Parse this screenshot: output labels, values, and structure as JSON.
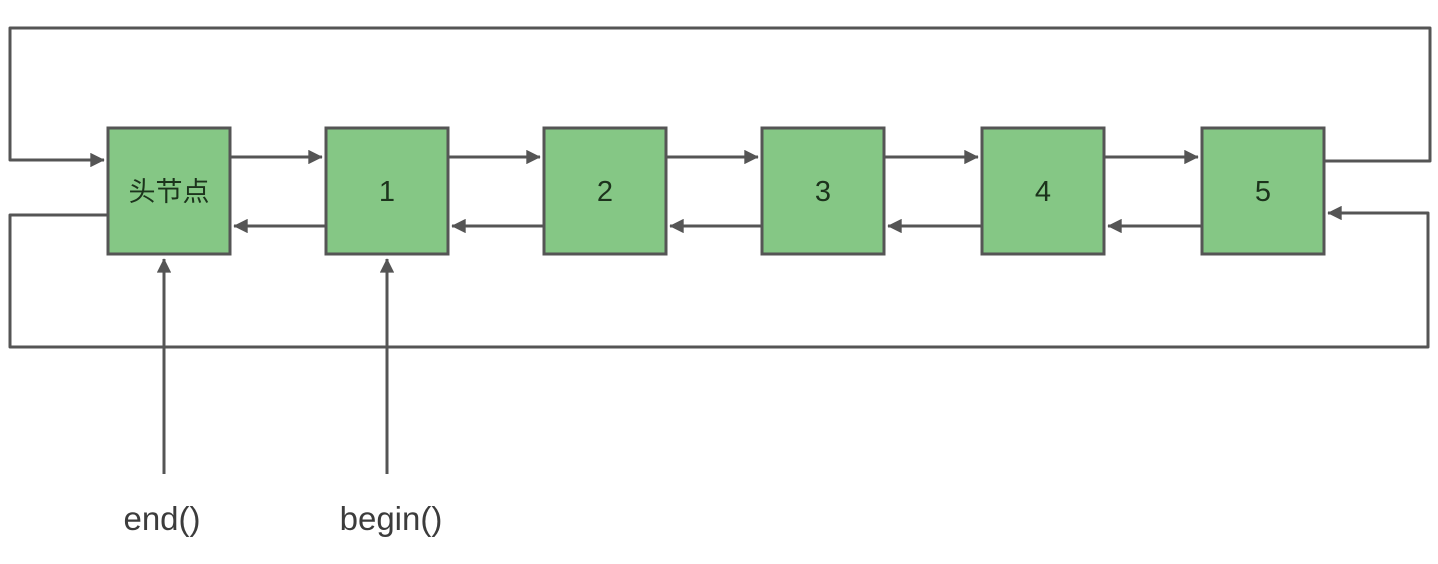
{
  "diagram": {
    "type": "circular-doubly-linked-list",
    "nodes": [
      {
        "id": "head",
        "label": "头节点"
      },
      {
        "id": "n1",
        "label": "1"
      },
      {
        "id": "n2",
        "label": "2"
      },
      {
        "id": "n3",
        "label": "3"
      },
      {
        "id": "n4",
        "label": "4"
      },
      {
        "id": "n5",
        "label": "5"
      }
    ],
    "pointers": [
      {
        "label": "end()",
        "points_to": "头节点"
      },
      {
        "label": "begin()",
        "points_to": "1"
      }
    ],
    "edges": {
      "next_chain": [
        "头节点",
        "1",
        "2",
        "3",
        "4",
        "5",
        "头节点"
      ],
      "prev_chain": [
        "头节点",
        "5",
        "4",
        "3",
        "2",
        "1",
        "头节点"
      ]
    },
    "colors": {
      "node_fill": "#85C785",
      "node_border": "#555555",
      "arrow": "#555555",
      "node_text": "#1C331C",
      "pointer_text": "#3C3C3C",
      "background": "#FFFFFF"
    }
  }
}
